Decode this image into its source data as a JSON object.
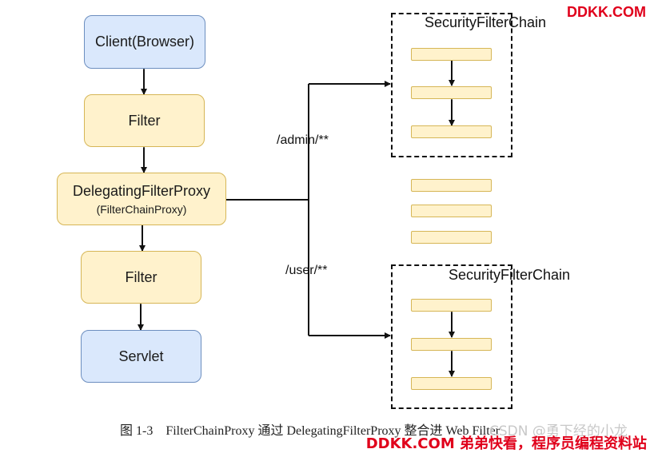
{
  "nodes": {
    "client": "Client(Browser)",
    "filter_top": "Filter",
    "delegating_main": "DelegatingFilterProxy",
    "delegating_sub": "(FilterChainProxy)",
    "filter_bottom": "Filter",
    "servlet": "Servlet"
  },
  "chains": {
    "top_title": "SecurityFilterChain",
    "bottom_title": "SecurityFilterChain"
  },
  "routes": {
    "admin": "/admin/**",
    "user": "/user/**"
  },
  "caption": "图 1-3　FilterChainProxy 通过 DelegatingFilterProxy 整合进 Web Filter",
  "watermarks": {
    "top": "DDKK.COM",
    "bottom": "DDKK.COM 弟弟快看，程序员编程资料站",
    "faint": "CSDN @勇下经的小龙"
  },
  "colors": {
    "blue_fill": "#dae8fc",
    "blue_border": "#6c8ebf",
    "yellow_fill": "#fff2cc",
    "yellow_border": "#d6b656",
    "watermark_red": "#e0001b"
  }
}
